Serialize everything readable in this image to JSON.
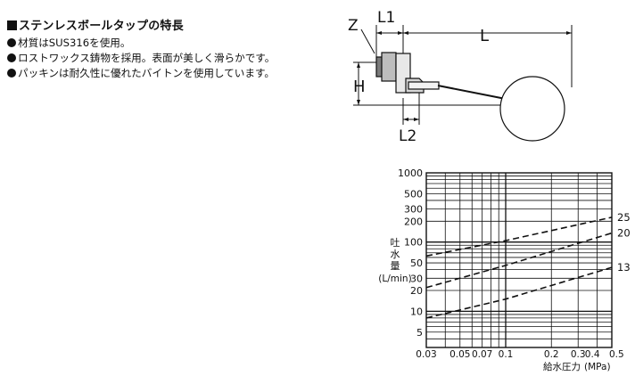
{
  "features": {
    "title": "ステンレスボールタップの特長",
    "items": [
      "材質はSUS316を使用。",
      "ロストワックス鋳物を採用。表面が美しく滑らかです。",
      "パッキンは耐久性に優れたバイトンを使用しています。"
    ]
  },
  "dimension_diagram": {
    "labels": {
      "z": "Z",
      "l1": "L1",
      "l": "L",
      "h": "H",
      "l2": "L2"
    }
  },
  "chart_data": {
    "type": "line",
    "title": "",
    "ylabel": "吐水量",
    "yunit": "(L/min)",
    "xlabel": "給水圧力",
    "xunit": "(MPa)",
    "x_scale": "log",
    "y_scale": "log",
    "xlim": [
      0.03,
      0.5
    ],
    "ylim": [
      3,
      1000
    ],
    "x_ticks": [
      0.03,
      0.05,
      0.07,
      0.1,
      0.2,
      0.3,
      0.4,
      0.5
    ],
    "x_tick_labels": [
      "0.03",
      "0.05",
      "0.07",
      "0.1",
      "0.2",
      "0.3",
      "0.4",
      "0.5"
    ],
    "y_ticks": [
      5,
      10,
      20,
      30,
      50,
      100,
      200,
      300,
      500,
      1000
    ],
    "y_tick_labels": [
      "5",
      "10",
      "20",
      "30",
      "50",
      "100",
      "200",
      "300",
      "500",
      "1000"
    ],
    "grid": true,
    "line_style": "dashed",
    "series": [
      {
        "name": "25",
        "x": [
          0.03,
          0.1,
          0.5
        ],
        "y": [
          63,
          105,
          228
        ]
      },
      {
        "name": "20",
        "x": [
          0.03,
          0.1,
          0.5
        ],
        "y": [
          22,
          46,
          135
        ]
      },
      {
        "name": "13",
        "x": [
          0.03,
          0.1,
          0.5
        ],
        "y": [
          8,
          15,
          43
        ]
      }
    ]
  }
}
